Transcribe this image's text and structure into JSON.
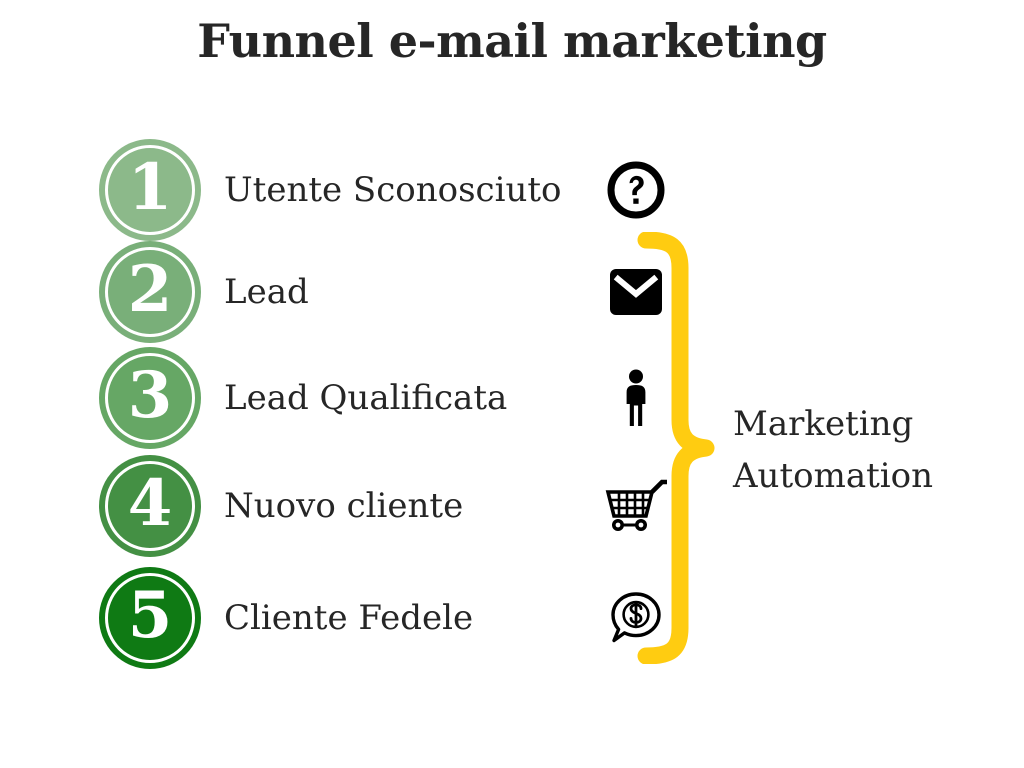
{
  "title": "Funnel e-mail marketing",
  "colors": {
    "text": "#262626",
    "brace": "#FFCC11",
    "icon": "#000000",
    "background": "#FFFFFF"
  },
  "funnel": {
    "stages": [
      {
        "number": "1",
        "label": "Utente Sconosciuto",
        "icon": "question-mark-circle-icon",
        "color": "#8CB98A"
      },
      {
        "number": "2",
        "label": "Lead",
        "icon": "envelope-icon",
        "color": "#79AF79"
      },
      {
        "number": "3",
        "label": "Lead Qualificata",
        "icon": "person-icon",
        "color": "#66A765"
      },
      {
        "number": "4",
        "label": "Nuovo cliente",
        "icon": "shopping-cart-icon",
        "color": "#449044"
      },
      {
        "number": "5",
        "label": "Cliente Fedele",
        "icon": "dollar-speech-bubble-icon",
        "color": "#0F7A14"
      }
    ]
  },
  "bracket": {
    "icon": "curly-brace-icon",
    "line1": "Marketing",
    "line2": "Automation"
  }
}
